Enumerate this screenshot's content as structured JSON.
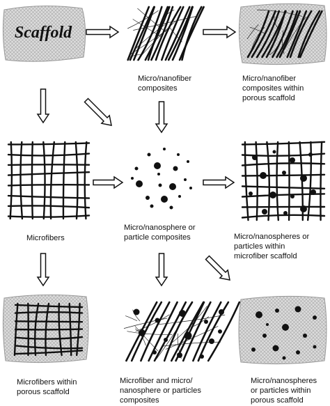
{
  "scaffold_label": "Scaffold",
  "captions": {
    "fiber_composites": "Micro/nanofiber\ncomposites",
    "fiber_composites_scaffold": "Micro/nanofiber\ncomposites within\nporous scaffold",
    "microfibers": "Microfibers",
    "sphere_composites": "Micro/nanosphere or\nparticle composites",
    "spheres_in_microfiber": "Micro/nanospheres or\nparticles within\nmicrofiber scaffold",
    "microfibers_in_scaffold": "Microfibers within\nporous scaffold",
    "fiber_and_sphere": "Microfiber and micro/\nnanosphere or particles\ncomposites",
    "spheres_in_scaffold": "Micro/nanospheres\nor particles within\nporous scaffold"
  },
  "colors": {
    "mesh_fill": "#dcdcdc",
    "mesh_line": "#9a9a9a",
    "ink": "#111111"
  }
}
